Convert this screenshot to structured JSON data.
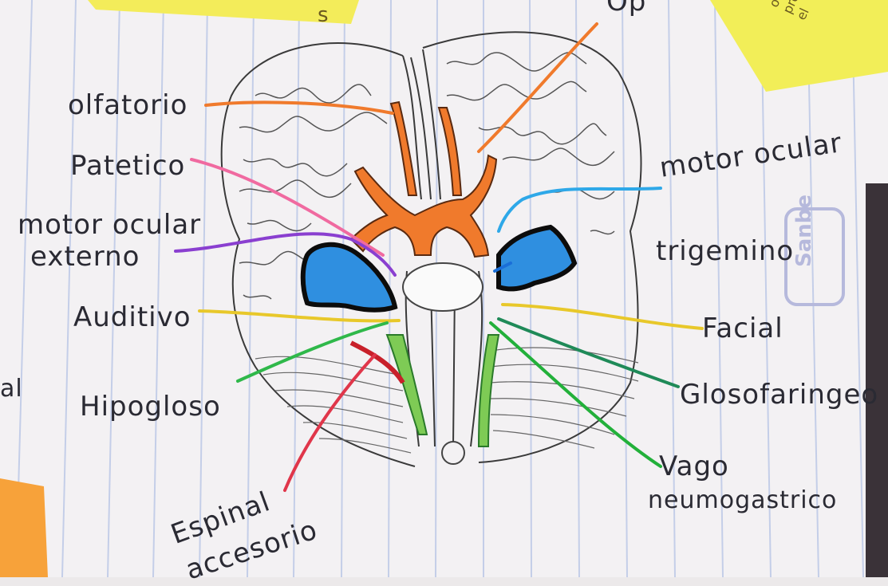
{
  "labels": {
    "olfatorio": "olfatorio",
    "patetico": "Patetico",
    "motor_ocular_externo_1": "motor ocular",
    "motor_ocular_externo_2": "externo",
    "auditivo": "Auditivo",
    "hipogloso": "Hipogloso",
    "espinal_accesorio_1": "Espinal",
    "espinal_accesorio_2": "accesorio",
    "optico_partial": "Op",
    "motor_ocular": "motor ocular",
    "trigemino": "trigemino",
    "facial": "Facial",
    "glosofaringeo": "Glosofaringeo",
    "vago_1": "Vago",
    "vago_2": "neumogastrico"
  },
  "sticky_notes": {
    "top_right_text": "o no\nproyección\nel",
    "top_left_text": "s",
    "left_margin_text": "al"
  },
  "stamp": "Sanbe",
  "colors": {
    "olfatorio": "#f07a2c",
    "optico": "#f07a2c",
    "patetico": "#f06aa0",
    "motor_ocular_externo": "#8a3fd0",
    "motor_ocular": "#2ea8e8",
    "trigemino": "#1a6fd8",
    "auditivo": "#e8c82a",
    "facial": "#e8c82a",
    "hipogloso": "#2fb84a",
    "glosofaringeo": "#1f8a58",
    "vago": "#22b03a",
    "espinal_accesorio": "#e0364a"
  }
}
